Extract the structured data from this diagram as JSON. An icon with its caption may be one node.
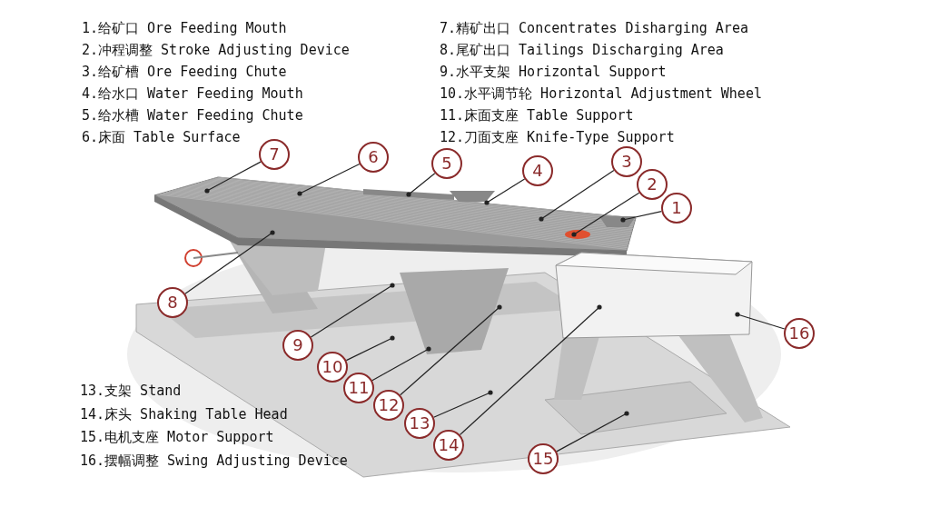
{
  "diagram": {
    "nodes": [
      {
        "text": [
          "1"
        ]
      },
      {
        "text": [
          "2"
        ]
      },
      {
        "text": [
          "3"
        ]
      },
      {
        "text": [
          "4"
        ]
      },
      {
        "text": [
          "5"
        ]
      },
      {
        "text": [
          "6"
        ]
      },
      {
        "text": [
          "7"
        ]
      },
      {
        "text": [
          "8"
        ]
      },
      {
        "text": [
          "9"
        ]
      },
      {
        "text": [
          "10"
        ]
      },
      {
        "text": [
          "11"
        ]
      },
      {
        "text": [
          "12"
        ]
      },
      {
        "text": [
          "13"
        ]
      },
      {
        "text": [
          "14"
        ]
      },
      {
        "text": [
          "15"
        ]
      },
      {
        "text": [
          "16"
        ]
      }
    ],
    "edges": [
      {
        "from": 0,
        "to": null,
        "arrow": "other"
      },
      {
        "from": 1,
        "to": null,
        "arrow": "other"
      },
      {
        "from": 2,
        "to": null,
        "arrow": "other"
      },
      {
        "from": 3,
        "to": null,
        "arrow": "other"
      },
      {
        "from": 4,
        "to": null,
        "arrow": "other"
      },
      {
        "from": 5,
        "to": null,
        "arrow": "other"
      },
      {
        "from": 6,
        "to": null,
        "arrow": "other"
      },
      {
        "from": 7,
        "to": null,
        "arrow": "other"
      },
      {
        "from": 8,
        "to": null,
        "arrow": "other"
      },
      {
        "from": 9,
        "to": null,
        "arrow": "other"
      },
      {
        "from": 10,
        "to": null,
        "arrow": "other"
      },
      {
        "from": 11,
        "to": null,
        "arrow": "other"
      },
      {
        "from": 12,
        "to": null,
        "arrow": "other"
      },
      {
        "from": 13,
        "to": null,
        "arrow": "other"
      },
      {
        "from": 14,
        "to": null,
        "arrow": "other"
      },
      {
        "from": 15,
        "to": null,
        "arrow": "other"
      }
    ],
    "labels": [
      "1.给矿口 Ore Feeding Mouth",
      "2.冲程调整 Stroke Adjusting Device",
      "3.给矿槽 Ore Feeding Chute",
      "4.给水口 Water Feeding Mouth",
      "5.给水槽 Water Feeding Chute",
      "6.床面 Table Surface",
      "7.精矿出口 Concentrates Disharging Area",
      "8.尾矿出口 Tailings Discharging Area",
      "9.水平支架 Horizontal Support",
      "10.水平调节轮 Horizontal Adjustment Wheel",
      "11.床面支座 Table Support",
      "12.刀面支座 Knife-Type Support",
      "13.支架 Stand",
      "14.床头 Shaking Table Head",
      "15.电机支座 Motor Support",
      "16.摆幅调整 Swing Adjusting Device"
    ]
  }
}
